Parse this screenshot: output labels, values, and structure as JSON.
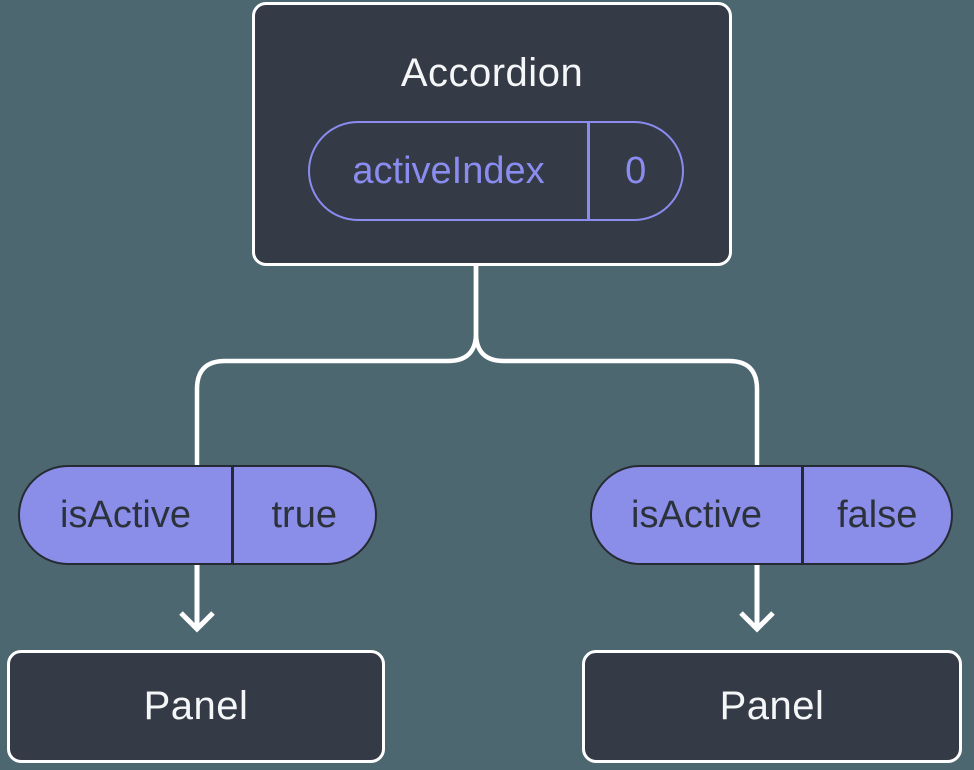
{
  "colors": {
    "background": "#4C6770",
    "node_fill": "#343A46",
    "node_border": "#FFFFFF",
    "node_text": "#F5F6F8",
    "state_pill_outline": "#8A8CF0",
    "state_pill_text": "#8A8CF0",
    "prop_pill_fill": "#8B8EE9",
    "prop_pill_border": "#262B33",
    "prop_pill_text": "#2C323C",
    "connector": "#FFFFFF"
  },
  "tree": {
    "root": {
      "title": "Accordion",
      "pill": {
        "label": "activeIndex",
        "value": "0"
      }
    },
    "branches": [
      {
        "pill": {
          "label": "isActive",
          "value": "true"
        },
        "child": {
          "title": "Panel"
        }
      },
      {
        "pill": {
          "label": "isActive",
          "value": "false"
        },
        "child": {
          "title": "Panel"
        }
      }
    ]
  }
}
